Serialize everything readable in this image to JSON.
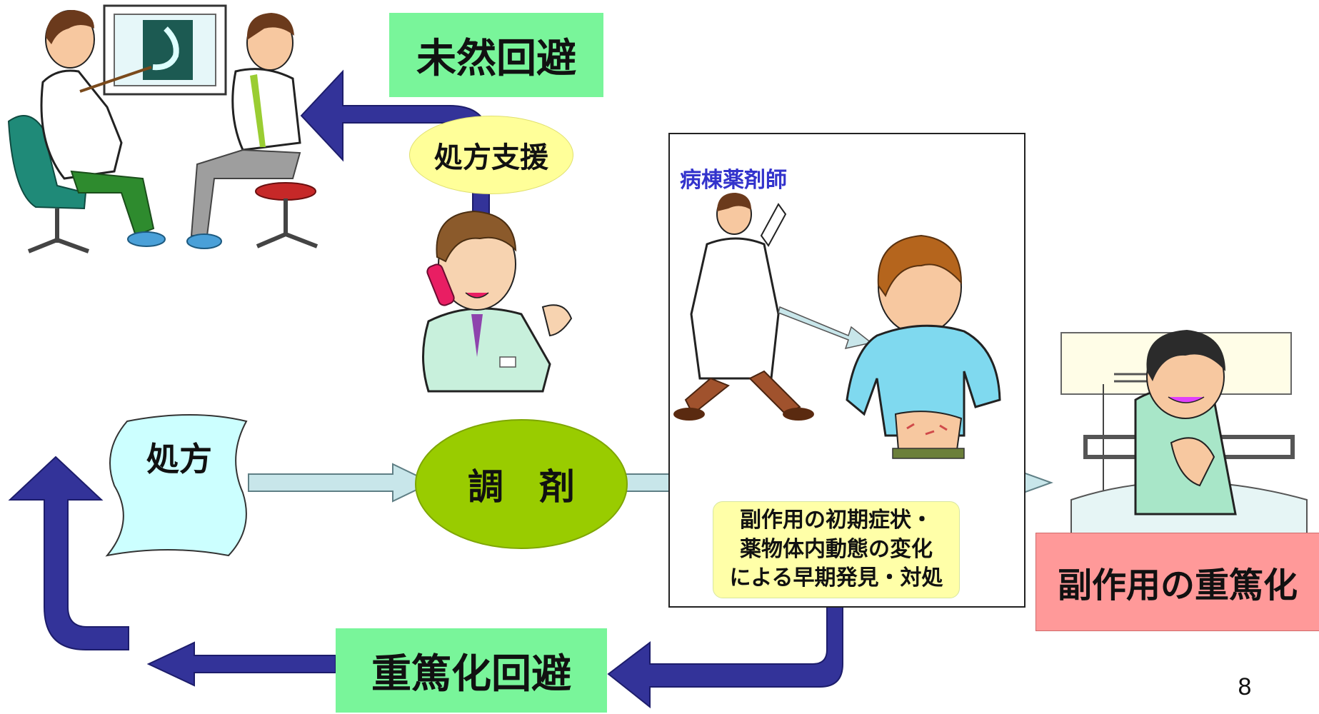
{
  "labels": {
    "avoid_before": "未然回避",
    "prescription_support": "処方支援",
    "prescription": "処方",
    "dispensing": "調　剤",
    "ward_pharmacist": "病棟薬剤師",
    "early_detection_lines": [
      "副作用の初期症状・",
      "薬物体内動態の変化",
      "による早期発見・対処"
    ],
    "severe_side_effect": "副作用の重篤化",
    "avoid_severe": "重篤化回避"
  },
  "page_number": "8",
  "colors": {
    "green_label": "#79f59a",
    "yellow_ellipse": "#ffff99",
    "dispensing_ellipse": "#99cc00",
    "prescription_doc": "#ccffff",
    "light_arrow": "#c8e6ea",
    "navy_arrow": "#333399",
    "pink_box": "#ff9999",
    "ward_pharmacist_text": "#3333cc"
  },
  "icons": [
    "doctor-patient-consultation-illustration",
    "pharmacist-phone-illustration",
    "ward-pharmacist-walking-illustration",
    "boy-stomach-rash-illustration",
    "patient-in-bed-illustration"
  ]
}
